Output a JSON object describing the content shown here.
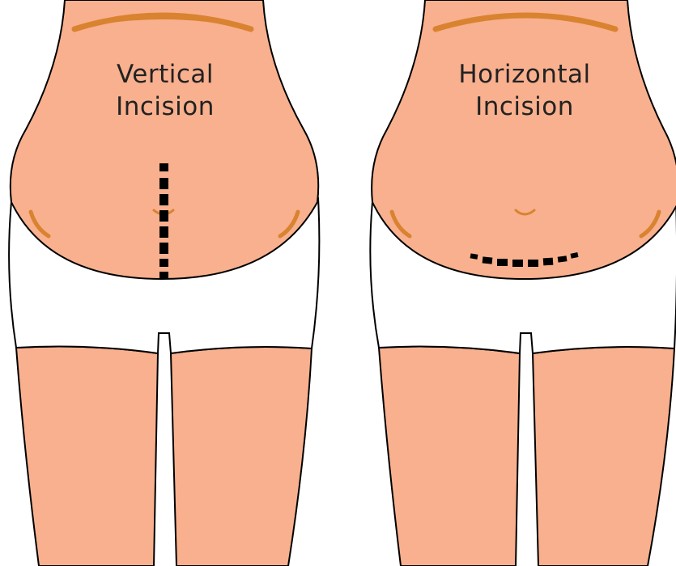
{
  "colors": {
    "skin": "#f8b08e",
    "crease": "#d98330",
    "outline": "#000000",
    "briefs": "#ffffff",
    "incision": "#000000"
  },
  "figures": [
    {
      "id": "vertical",
      "label_lines": [
        "Vertical",
        "Incision"
      ],
      "incision_type": "vertical"
    },
    {
      "id": "horizontal",
      "label_lines": [
        "Horizontal",
        "Incision"
      ],
      "incision_type": "horizontal"
    }
  ]
}
